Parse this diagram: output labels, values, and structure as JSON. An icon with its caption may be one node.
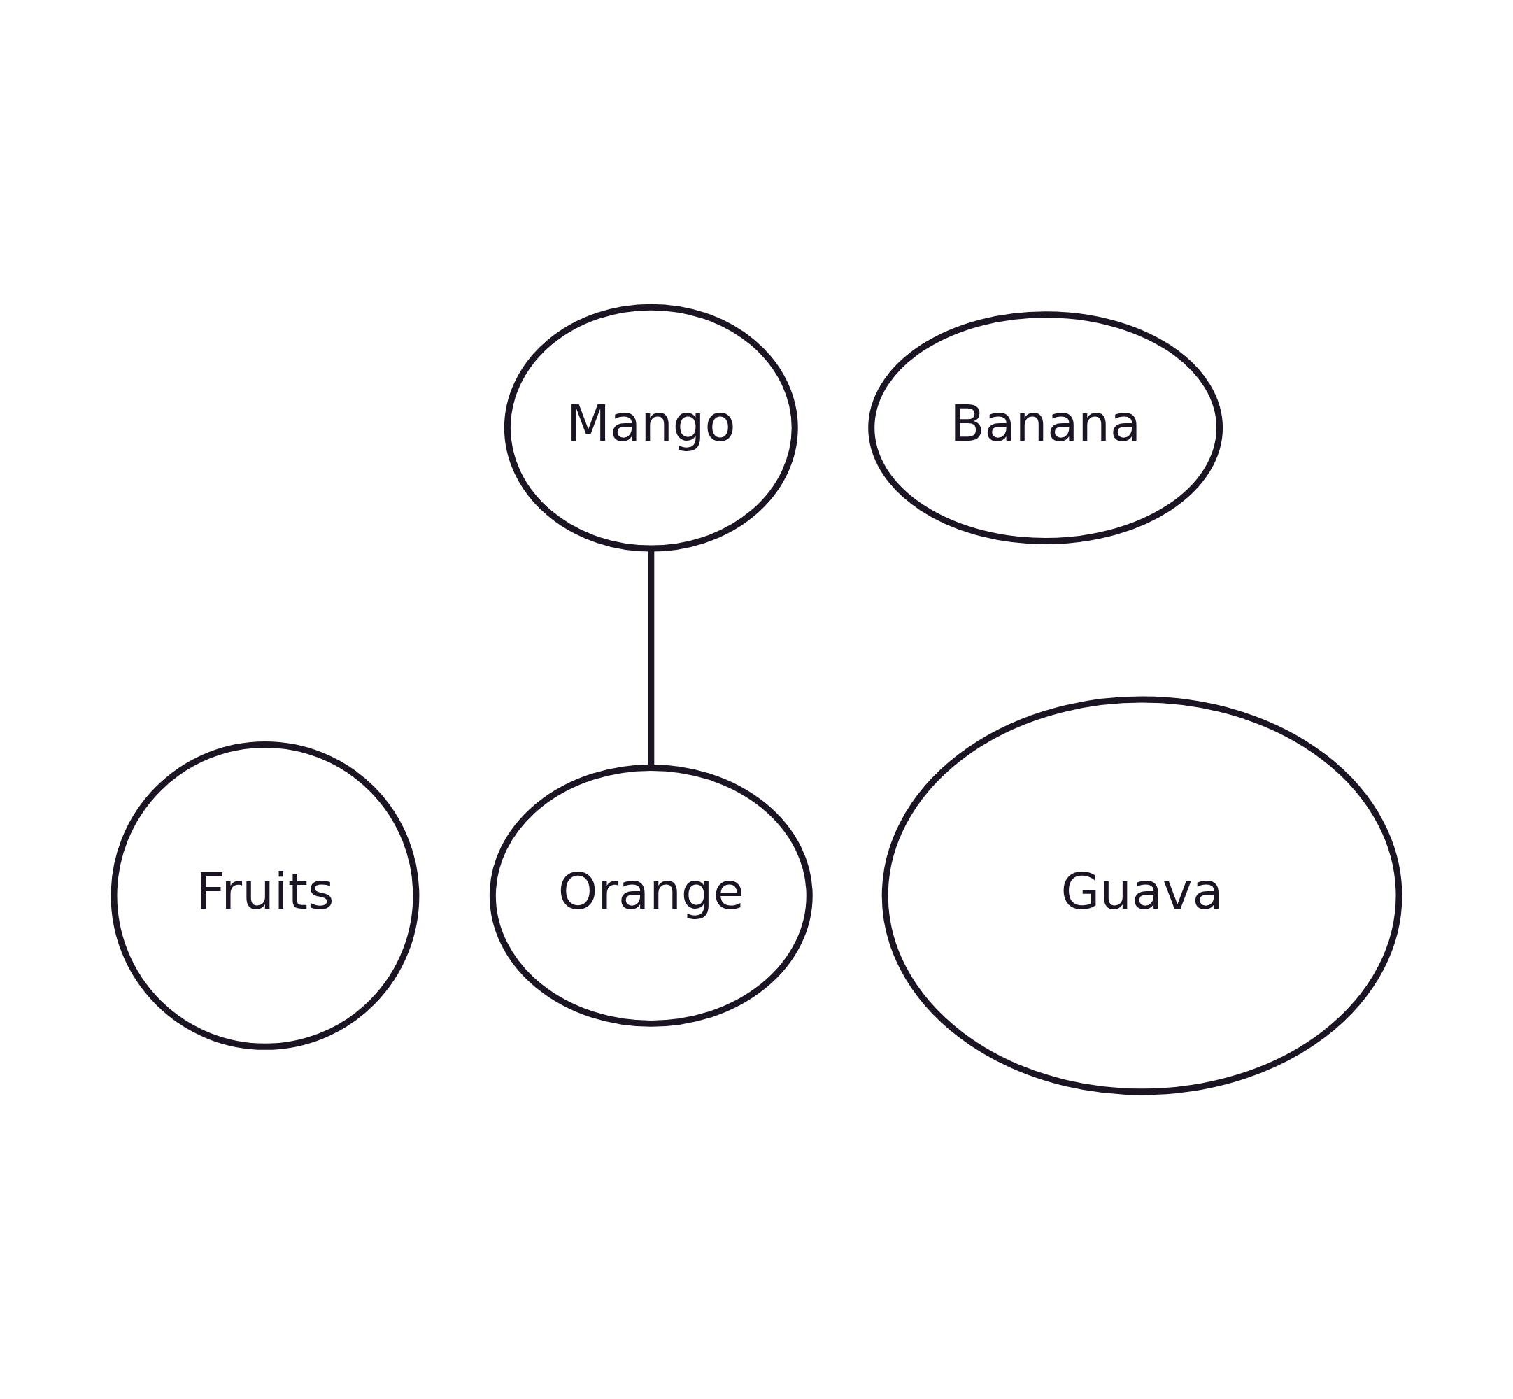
{
  "diagram": {
    "nodes": [
      {
        "text": [
          "Mango"
        ]
      },
      {
        "text": [
          "Banana"
        ]
      },
      {
        "text": [
          "Fruits"
        ]
      },
      {
        "text": [
          "Orange"
        ]
      },
      {
        "text": [
          "Guava"
        ]
      }
    ],
    "edges": [
      {
        "from": 0,
        "to": 3,
        "arrow": "none"
      }
    ]
  }
}
